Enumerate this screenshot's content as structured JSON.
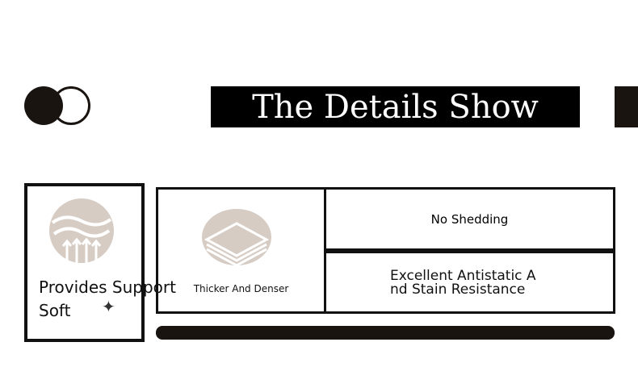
{
  "header": {
    "title": "The Details Show"
  },
  "features": [
    {
      "label": "Provides Support Soft",
      "icon": "support-arrows-icon"
    },
    {
      "label": "Thicker And Denser",
      "icon": "layers-icon"
    },
    {
      "label": "No Shedding"
    },
    {
      "label": "Excellent Antistatic And Stain Resistance"
    }
  ],
  "colors": {
    "dark": "#1a1410",
    "icon_bg": "#d6ccc4"
  }
}
